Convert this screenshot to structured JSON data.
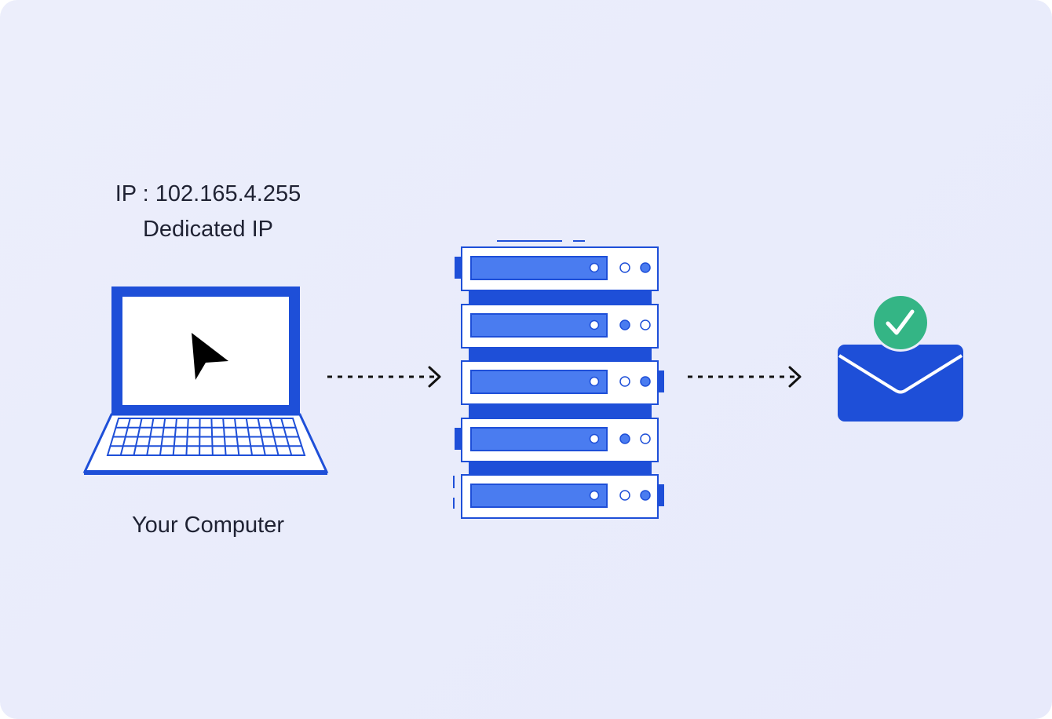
{
  "computer": {
    "ip_line": "IP : 102.165.4.255",
    "ip_type": "Dedicated IP",
    "label": "Your Computer"
  },
  "colors": {
    "background": "#eaecfb",
    "primary_blue": "#1e4fd8",
    "light_blue": "#4a7cf0",
    "success_green": "#34b585",
    "text": "#1f2233"
  },
  "icons": {
    "computer": "laptop-icon",
    "cursor": "cursor-arrow-icon",
    "server": "server-rack-icon",
    "mail": "envelope-icon",
    "check": "check-badge-icon"
  }
}
